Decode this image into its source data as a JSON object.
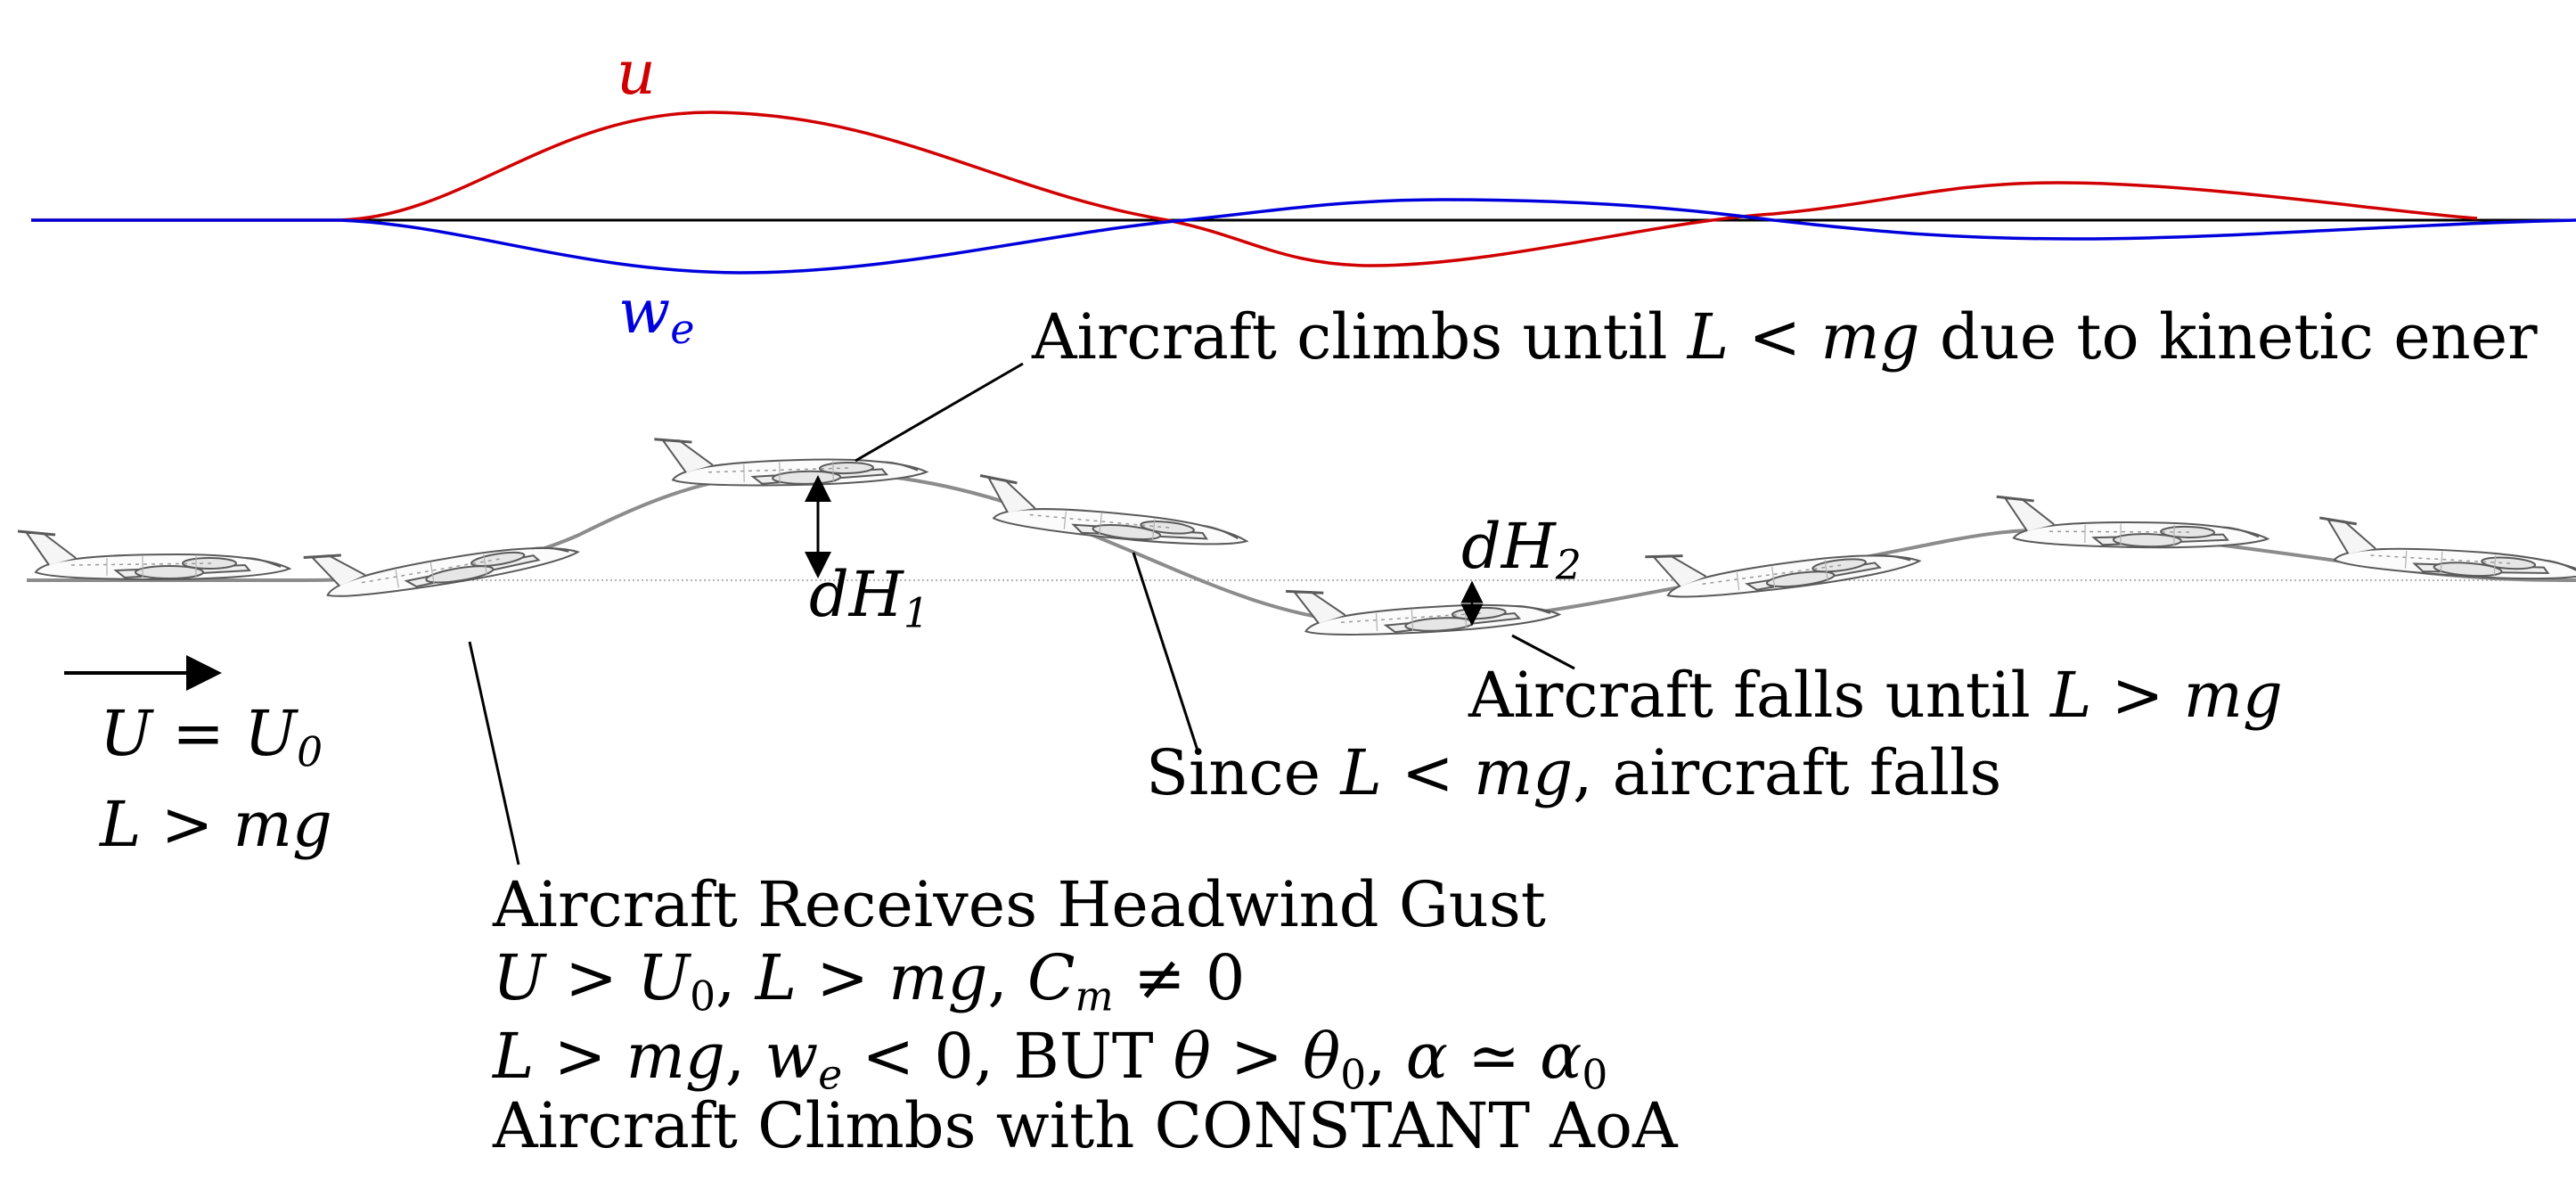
{
  "signals": {
    "u": {
      "label": "u",
      "color": "#d10000"
    },
    "we": {
      "label": "w",
      "subscript": "e",
      "color": "#0000dd"
    },
    "baseline_color": "#000000"
  },
  "trajectory": {
    "path_color": "#8c8c8c",
    "reference_color": "#9a9a9a"
  },
  "labels": {
    "climb_note": {
      "a": "Aircraft climbs until ",
      "b": "L < mg",
      "c": " due to kinetic ener"
    },
    "dh1": {
      "main": "dH",
      "sub": "1"
    },
    "dh2": {
      "main": "dH",
      "sub": "2"
    },
    "falls_until": {
      "a": "Aircraft falls until ",
      "b": "L > mg"
    },
    "since": {
      "a": "Since ",
      "b": "L < mg",
      "c": ", aircraft falls"
    },
    "initial_u": {
      "a": "U = U",
      "sub": "0"
    },
    "initial_l": "L > mg",
    "gust_title": "Aircraft Receives Headwind Gust",
    "gust_line2": {
      "a": "U > U",
      "sub1": "0",
      "b": ", ",
      "c": "L > mg",
      "d": ", ",
      "e": "C",
      "sub2": "m",
      "f": " ≠ 0"
    },
    "gust_line3": {
      "a": "L > mg",
      "b": ", ",
      "c": "w",
      "sub1": "e",
      "d": " < 0, BUT ",
      "e": "θ > θ",
      "sub2": "0",
      "f": ", ",
      "g": "α ≃ α",
      "sub3": "0"
    },
    "gust_line4": "Aircraft Climbs with CONSTANT AoA"
  }
}
